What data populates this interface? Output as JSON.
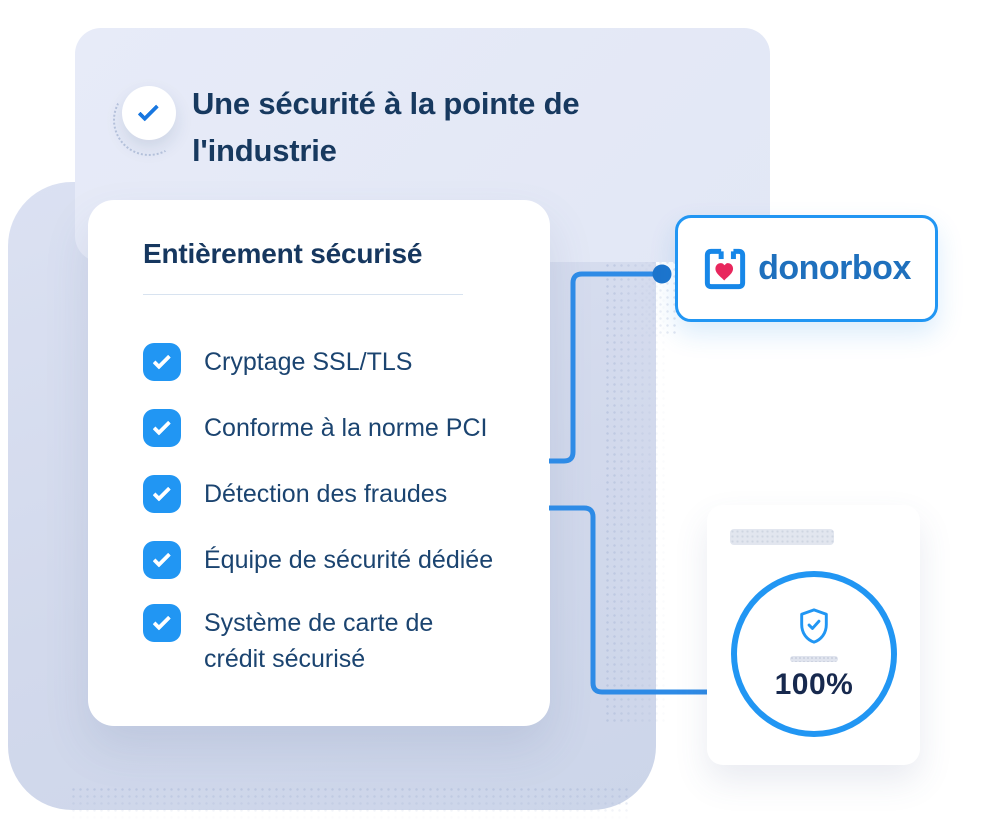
{
  "hero": {
    "title": "Une sécurité à la pointe de l'industrie"
  },
  "security_card": {
    "heading": "Entièrement sécurisé",
    "items": [
      "Cryptage SSL/TLS",
      "Conforme à la norme PCI",
      "Détection des fraudes",
      "Équipe de sécurité dédiée",
      "Système de carte de crédit sécurisé"
    ]
  },
  "brand_card": {
    "logo_text": "donorbox"
  },
  "score_card": {
    "percent": "100%"
  },
  "icons": {
    "hero_check": "check-icon",
    "list_checkbox": "checkbox-check-icon",
    "brand_logo": "donorbox-heart-box-icon",
    "score_shield": "shield-check-icon"
  },
  "colors": {
    "accent_blue": "#2196F3",
    "navy_text": "#17395F",
    "brand_blue": "#1F70BD",
    "heart_pink": "#E8275D",
    "connector_blue": "#2E8BE6",
    "hero_card_bg": "#E4E9F6",
    "blob_bg": "#D2D9EC"
  }
}
